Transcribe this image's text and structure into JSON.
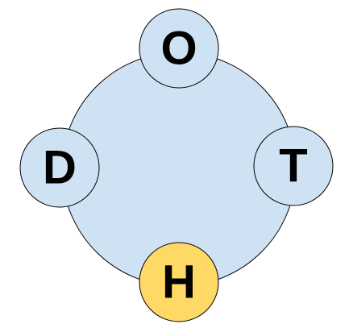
{
  "diagram": {
    "colors": {
      "outline": "#000000",
      "ring_fill": "#cfe2f3",
      "default_node_fill": "#cfe2f3",
      "highlight_node_fill": "#ffd966",
      "letter": "#000000"
    },
    "nodes": [
      {
        "id": "top",
        "letter": "O",
        "highlighted": false
      },
      {
        "id": "right",
        "letter": "T",
        "highlighted": false
      },
      {
        "id": "bottom",
        "letter": "H",
        "highlighted": true
      },
      {
        "id": "left",
        "letter": "D",
        "highlighted": false
      }
    ]
  }
}
